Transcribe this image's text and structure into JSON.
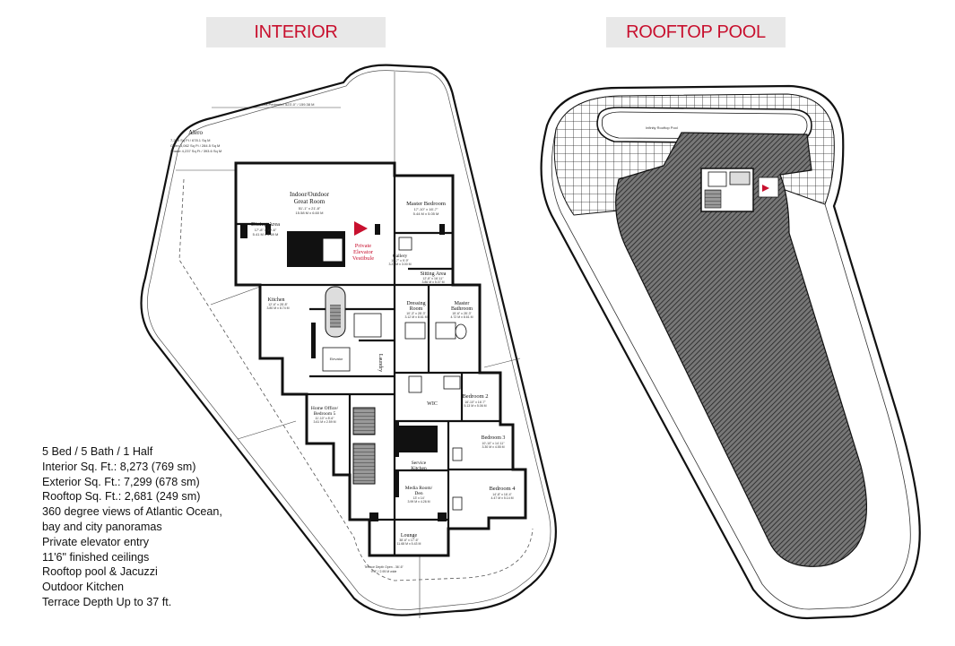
{
  "tabs": {
    "interior": "INTERIOR",
    "rooftop": "ROOFTOP POOL"
  },
  "plan": {
    "aero_title": "Alero",
    "aero_lines": [
      "7,299 Sq Ft / 678.1 Sq M",
      "Open 3,062 Sq Ft / 284.5 Sq M",
      "Shade 4,237 Sq Ft / 393.6 Sq M"
    ],
    "perimeter": "Area Perimeter 523'-0\" / 159.38 M",
    "rooms": {
      "great_room": {
        "name": "Indoor/Outdoor",
        "name2": "Great Room",
        "dim1": "51'-1\" x 21'-8\"",
        "dim2": "15.58 M x 6.60 M"
      },
      "dining": {
        "name": "Dining Area",
        "dim1": "17'-8\" x 19'-6\"",
        "dim2": "5.41 M x 5.69 M"
      },
      "elevator": {
        "name": "Private",
        "name2": "Elevator",
        "name3": "Vestibule"
      },
      "master_bedroom": {
        "name": "Master Bedroom",
        "dim1": "17'-10\" x 16'-7\"",
        "dim2": "5.44 M x 5.05 M"
      },
      "gallery": {
        "name": "Gallery",
        "dim1": "10'-7\" x 9'-9\"",
        "dim2": "3.23 M x 3.00 M"
      },
      "sitting": {
        "name": "Sitting Area",
        "dim1": "12'-8\" x 16'-11\"",
        "dim2": "3.86 M x 5.07 M"
      },
      "kitchen": {
        "name": "Kitchen",
        "dim1": "12'-6\" x 28'-8\"",
        "dim2": "3.80 M x 8.74 M"
      },
      "dressing": {
        "name": "Dressing",
        "name2": "Room",
        "dim1": "10'-3\" x 28'-3\"",
        "dim2": "3.12 M x 8.61 M"
      },
      "master_bath": {
        "name": "Master",
        "name2": "Bathroom",
        "dim1": "15'-6\" x 28'-3\"",
        "dim2": "4.72 M x 8.61 M"
      },
      "laundry": {
        "name": "Laundry"
      },
      "elevator_shaft": {
        "name": "Elevator"
      },
      "bedroom2": {
        "name": "Bedroom 2",
        "dim1": "16'-10\" x 16'-7\"",
        "dim2": "5.13 M x 5.06 M"
      },
      "wic": {
        "name": "WIC"
      },
      "home_office": {
        "name": "Home Office/",
        "name2": "Bedroom 5",
        "dim1": "11'-10\" x 8'-6\"",
        "dim2": "3.61 M x 2.59 M"
      },
      "bedroom3": {
        "name": "Bedroom 3",
        "dim1": "10'-10\" x 14'-11\"",
        "dim2": "3.30 M x 4.55 M"
      },
      "service_kitchen": {
        "name": "Service",
        "name2": "Kitchen"
      },
      "media": {
        "name": "Media Room/",
        "name2": "Den",
        "dim1": "13' x 14'",
        "dim2": "3.99 M x 4.26 M"
      },
      "bedroom4": {
        "name": "Bedroom 4",
        "dim1": "14'-8\" x 16'-4\"",
        "dim2": "4.47 M x 5.14 M"
      },
      "lounge": {
        "name": "Lounge",
        "dim1": "38'-6\" x 17'-6\"",
        "dim2": "11.68 M x 5.43 M"
      }
    },
    "terrace_depth": "Terrace Depth Open - 36'-6\"",
    "terrace_depth2": "9'-8\" / 2.95 M wide"
  },
  "pool": {
    "label": "Infinity Rooftop Pool"
  },
  "specs": [
    "5 Bed / 5 Bath / 1 Half",
    "Interior Sq. Ft.: 8,273 (769 sm)",
    "Exterior Sq. Ft.: 7,299 (678 sm)",
    "Rooftop Sq. Ft.: 2,681 (249 sm)",
    "360 degree views of Atlantic Ocean,",
    "bay and city panoramas",
    "Private elevator entry",
    "11'6\" finished ceilings",
    "Rooftop pool & Jacuzzi",
    "Outdoor Kitchen",
    "Terrace Depth Up to 37 ft."
  ],
  "colors": {
    "accent": "#c8102e",
    "tab_bg": "#e8e8e8",
    "line": "#111111"
  }
}
